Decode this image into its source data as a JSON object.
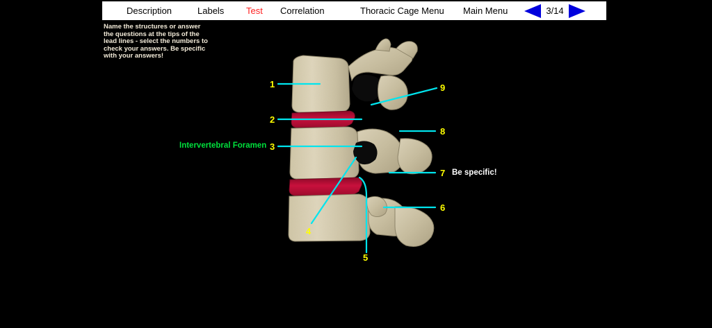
{
  "menu": {
    "items": [
      {
        "id": "description",
        "label": "Description",
        "active": false
      },
      {
        "id": "labels",
        "label": "Labels",
        "active": false
      },
      {
        "id": "test",
        "label": "Test",
        "active": true
      },
      {
        "id": "correlation",
        "label": "Correlation",
        "active": false
      },
      {
        "id": "thoracic_cage_menu",
        "label": "Thoracic Cage Menu",
        "active": false
      },
      {
        "id": "main_menu",
        "label": "Main Menu",
        "active": false
      }
    ],
    "page_counter": "3/14",
    "prev_icon": "triangle-left-icon",
    "next_icon": "triangle-right-icon"
  },
  "instructions": {
    "text": "Name the structures or answer the questions at the tips of the lead lines - select the numbers to check your answers. Be specific with your answers!"
  },
  "callouts": {
    "numbers": [
      {
        "id": "1",
        "label": "1"
      },
      {
        "id": "2",
        "label": "2"
      },
      {
        "id": "3",
        "label": "3"
      },
      {
        "id": "4",
        "label": "4"
      },
      {
        "id": "5",
        "label": "5"
      },
      {
        "id": "6",
        "label": "6"
      },
      {
        "id": "7",
        "label": "7"
      },
      {
        "id": "8",
        "label": "8"
      },
      {
        "id": "9",
        "label": "9"
      }
    ],
    "revealed_answer": "Intervertebral Foramen",
    "hint": "Be specific!"
  },
  "colors": {
    "background": "#000000",
    "menu_bar": "#ffffff",
    "active_menu": "#ff2020",
    "callout_number": "#ffff00",
    "lead_line": "#00e5ee",
    "answer_text": "#00e03c",
    "hint_text": "#ffffff",
    "nav_arrow": "#0000dd",
    "instruction_text": "#f2ead8",
    "disc": "#c8103c",
    "bone": "#d8cfb4"
  },
  "specimen": {
    "name": "lateral-view-lumbar-vertebrae"
  }
}
